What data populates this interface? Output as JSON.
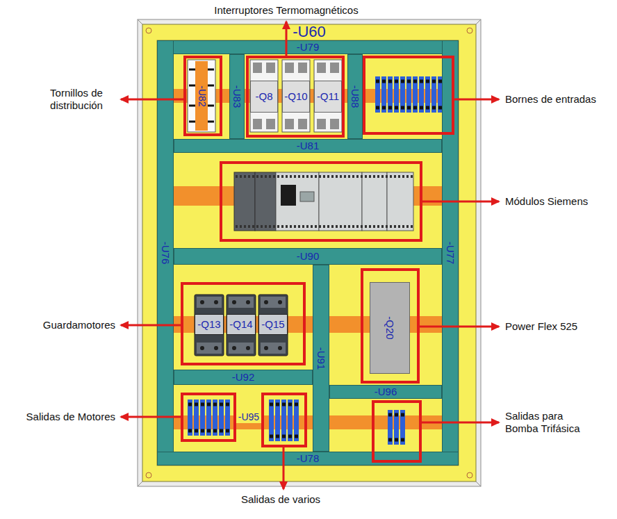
{
  "diagram": {
    "nodes": [
      {
        "text": [
          "-U60"
        ]
      },
      {
        "text": [
          "-U79"
        ],
        "in": 0
      },
      {
        "text": [
          "-U76"
        ],
        "in": 0
      },
      {
        "text": [
          "-U77"
        ],
        "in": 0
      },
      {
        "text": [
          "-U82"
        ],
        "in": 0
      },
      {
        "text": [
          "-U83"
        ],
        "in": 0
      },
      {
        "text": [
          "-Q8"
        ],
        "in": 0
      },
      {
        "text": [
          "-Q10"
        ],
        "in": 0
      },
      {
        "text": [
          "-Q11"
        ],
        "in": 0
      },
      {
        "text": [
          "-U88"
        ],
        "in": 0
      },
      {
        "text": [
          "-U81"
        ],
        "in": 0
      },
      {
        "text": [
          "-U90"
        ],
        "in": 0
      },
      {
        "text": [
          "-Q13"
        ],
        "in": 0
      },
      {
        "text": [
          "-Q14"
        ],
        "in": 0
      },
      {
        "text": [
          "-Q15"
        ],
        "in": 0
      },
      {
        "text": [
          "-U91"
        ],
        "in": 0
      },
      {
        "text": [
          "-Q20"
        ],
        "in": 0
      },
      {
        "text": [
          "-U92"
        ],
        "in": 0
      },
      {
        "text": [
          "-U96"
        ],
        "in": 0
      },
      {
        "text": [
          "-U78"
        ],
        "in": 0
      }
    ],
    "labels": [
      "Interruptores Termomagnéticos",
      "Tornillos de distribución",
      "Bornes de entradas",
      "Módulos Siemens",
      "Guardamotores",
      "Power Flex 525",
      "Salidas de Motores",
      "Salidas para Bomba Trifásica",
      "Salidas de varios",
      "-U95"
    ]
  }
}
